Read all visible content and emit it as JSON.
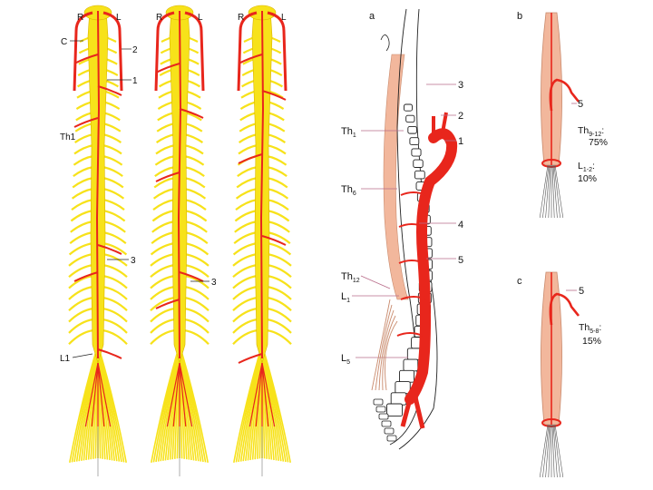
{
  "colors": {
    "cord": "#f7e21a",
    "cord_edge": "#d9b400",
    "artery": "#e8261c",
    "artery_dark": "#b8120d",
    "skin": "#f2b79c",
    "skin_light": "#f7d2c1",
    "vertebra": "#ffffff",
    "outline": "#222222",
    "leader": "#b86c8a"
  },
  "left_panel": {
    "cords": [
      {
        "side_labels": [
          "R",
          "L"
        ],
        "labels": {
          "c": "C",
          "two": "2",
          "one": "1",
          "th1": "Th1",
          "three": "3",
          "l1": "L1"
        }
      },
      {
        "side_labels": [
          "R",
          "L"
        ],
        "labels": {
          "three": "3"
        }
      },
      {
        "side_labels": [
          "R",
          "L"
        ],
        "labels": {}
      }
    ]
  },
  "panel_a": {
    "letter": "a",
    "callouts": [
      "3",
      "2",
      "1",
      "4",
      "5"
    ],
    "levels": [
      {
        "base": "Th",
        "sub": "1"
      },
      {
        "base": "Th",
        "sub": "6"
      },
      {
        "base": "Th",
        "sub": "12"
      },
      {
        "base": "L",
        "sub": "1"
      },
      {
        "base": "L",
        "sub": "5"
      }
    ]
  },
  "panel_b": {
    "letter": "b",
    "callout": "5",
    "entries": [
      {
        "base": "Th",
        "sub": "9-12",
        "pct": "75%"
      },
      {
        "base": "L",
        "sub": "1-2",
        "pct": "10%"
      }
    ]
  },
  "panel_c": {
    "letter": "c",
    "callout": "5",
    "entries": [
      {
        "base": "Th",
        "sub": "5-8",
        "pct": "15%"
      }
    ]
  }
}
